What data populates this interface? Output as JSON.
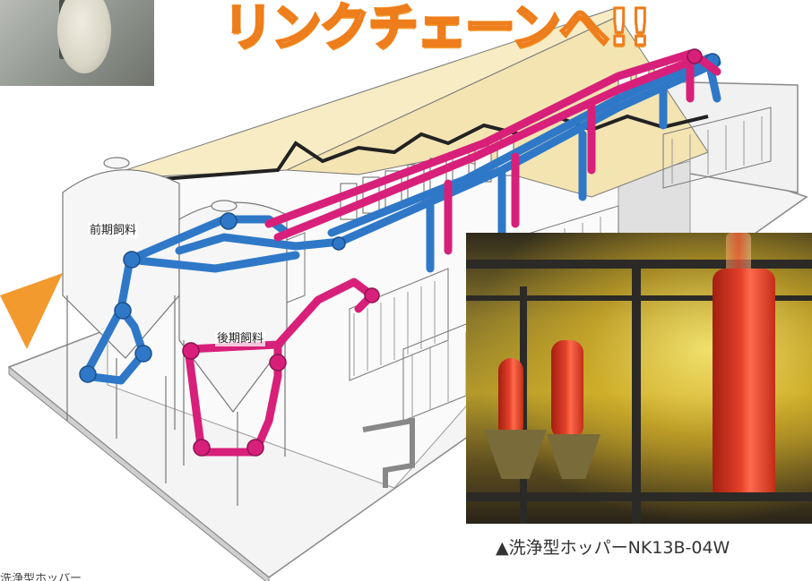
{
  "headline": {
    "text": "リンクチェーンへ!!"
  },
  "labels": {
    "early_feed": "前期飼料",
    "late_feed": "後期飼料"
  },
  "photo_caption": "▲洗浄型ホッパーNK13B-04W",
  "bottom_text": "洗浄型ホッパー",
  "colors": {
    "early_chain": "#2f78c8",
    "late_chain": "#d8207a",
    "headline_orange": "#ee7d1c",
    "roof": "#f7ecc4",
    "hopper_red": "#e4402a"
  }
}
